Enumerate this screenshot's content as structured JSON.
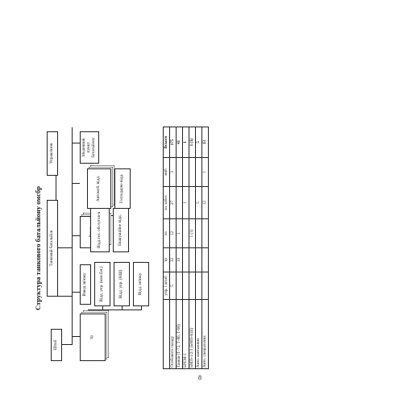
{
  "title": "Структура танкового батальйону омсбр",
  "page_number": "8",
  "diagram": {
    "battalion": "Танковий батальйон",
    "staff": "Штаб",
    "management": "Управління",
    "medical": "Медичний пункт батальйону",
    "tr": "тр",
    "signal_platoon": "Взвод зв'язку",
    "signal_sq1": "Відд. упр. (ком.бат.)",
    "signal_sq2": "Відд. упр. (НШ)",
    "signal_sq3": "Відд. зв'язку",
    "support_platoon": "Взвод забезпечення",
    "support_sq1": "Відд.тех. обслугов-я",
    "support_sq2": "Автомоб. відд.",
    "support_sq3": "Евакуаційне відд.",
    "support_sq4": "Господарче відд."
  },
  "table": {
    "headers": [
      "",
      "упр. і штаб",
      "тр",
      "вз",
      "вз. забез",
      "мпб",
      "Всього"
    ],
    "rows": [
      [
        "Особового складу",
        "5",
        "32",
        "12",
        "27",
        "3",
        "175"
      ],
      [
        "Танків (Т-72, Т-80, Т-90)",
        "",
        "10",
        "1",
        "",
        "",
        "41"
      ],
      [
        "БРЕМ-1",
        "",
        "",
        "",
        "1",
        "",
        "1"
      ],
      [
        "БМП-1/2/3 (БМП-КШ)",
        "",
        "",
        "1 (1)",
        "",
        "",
        "1 (1)"
      ],
      [
        "Авто. вантажних",
        "",
        "",
        "",
        "5",
        "",
        "5"
      ],
      [
        "Авто. спеціальних",
        "",
        "",
        "",
        "12",
        "1",
        "13"
      ]
    ]
  }
}
